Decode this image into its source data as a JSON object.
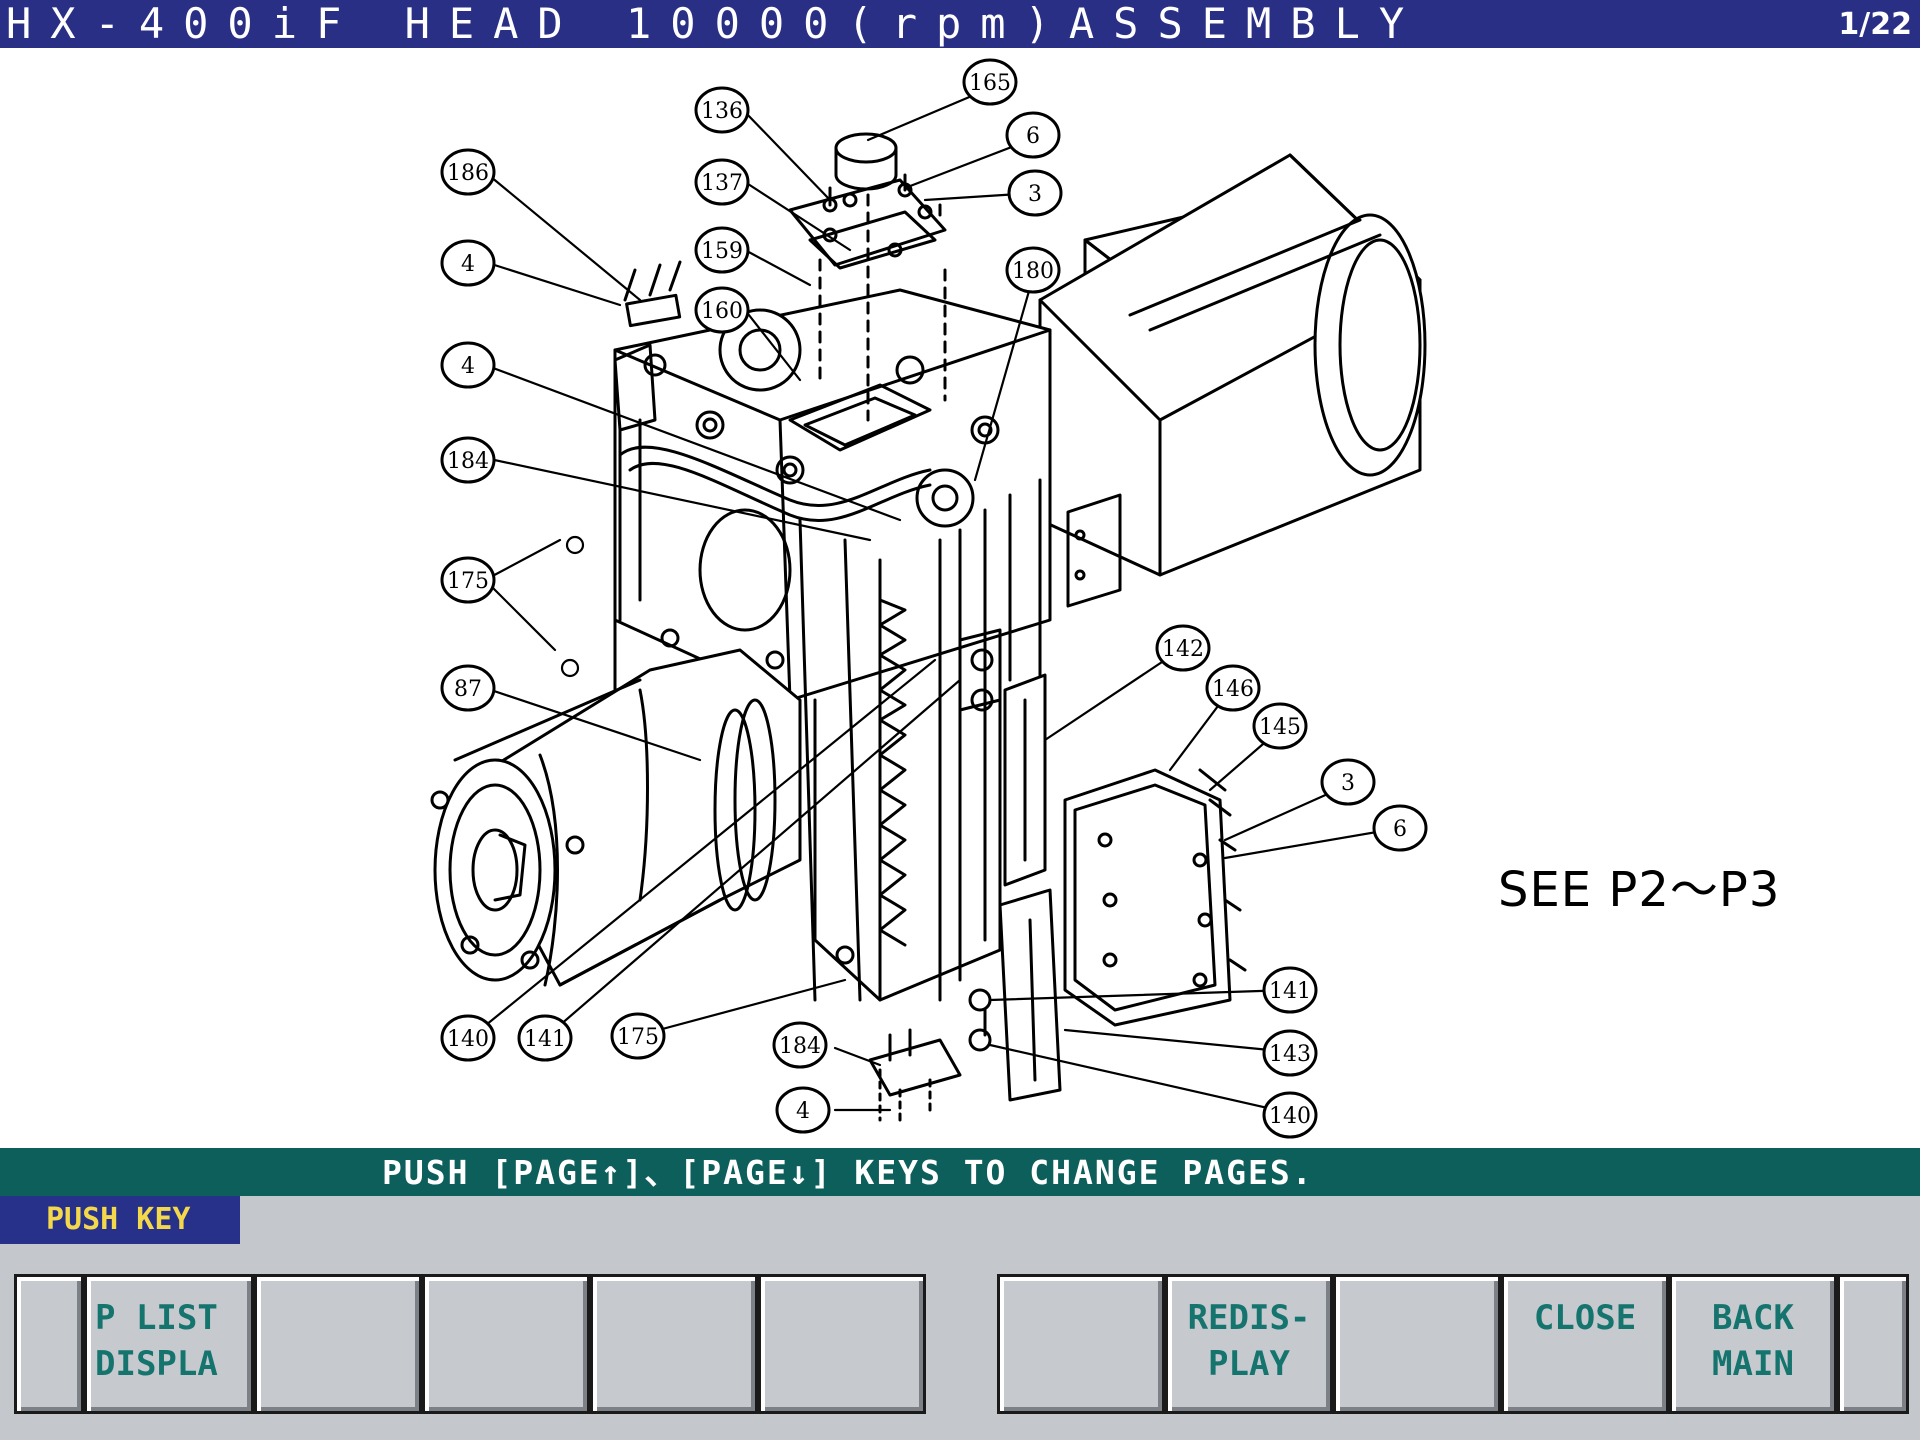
{
  "header": {
    "title": "HX-400iF HEAD 10000(rpm)ASSEMBLY",
    "page": "1/22"
  },
  "drawing": {
    "note": "SEE P2～P3",
    "callouts": [
      "165",
      "136",
      "6",
      "3",
      "137",
      "186",
      "4",
      "159",
      "180",
      "160",
      "4",
      "184",
      "175",
      "87",
      "142",
      "146",
      "145",
      "3",
      "6",
      "140",
      "141",
      "175",
      "184",
      "141",
      "143",
      "4",
      "140"
    ]
  },
  "message": "PUSH [PAGE↑]、[PAGE↓] KEYS TO CHANGE PAGES.",
  "status": {
    "prompt": "PUSH KEY"
  },
  "softkeys": {
    "plist": "P LIST\nDISPLA",
    "redisplay": "REDIS-\nPLAY",
    "close": "CLOSE",
    "back_main": "BACK\nMAIN"
  },
  "colors": {
    "title_bg": "#2a2f86",
    "message_bg": "#0d5f5c",
    "prompt_fg": "#f2d84a",
    "softkey_text": "#15746e"
  }
}
